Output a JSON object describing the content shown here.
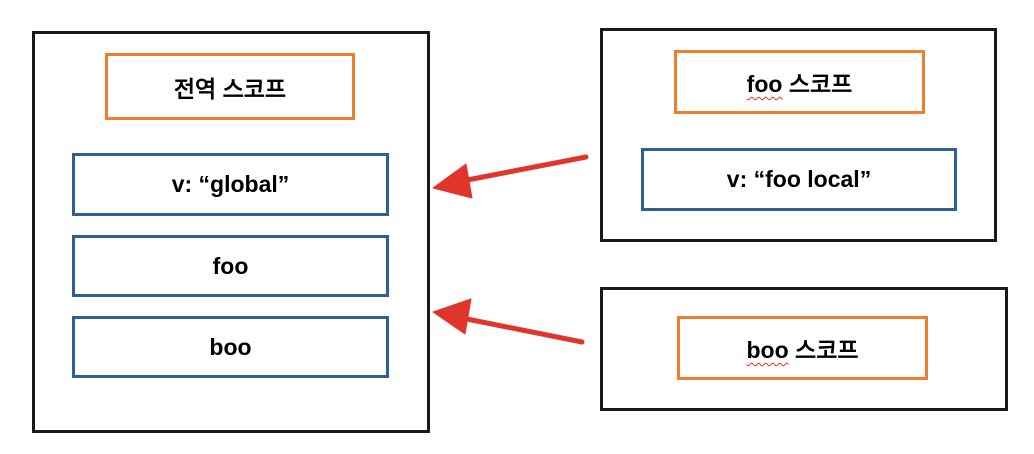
{
  "global_scope": {
    "title": "전역 스코프",
    "variables": [
      "v: “global”",
      "foo",
      "boo"
    ]
  },
  "foo_scope": {
    "title_word": "foo",
    "title_rest": " 스코프",
    "variable": "v: “foo local”"
  },
  "boo_scope": {
    "title_word": "boo",
    "title_rest": " 스코프"
  },
  "colors": {
    "frame": "#1a1a1a",
    "scope_title_border": "#ee7d2c",
    "variable_border": "#2f5f97",
    "arrow": "#e0352b"
  }
}
